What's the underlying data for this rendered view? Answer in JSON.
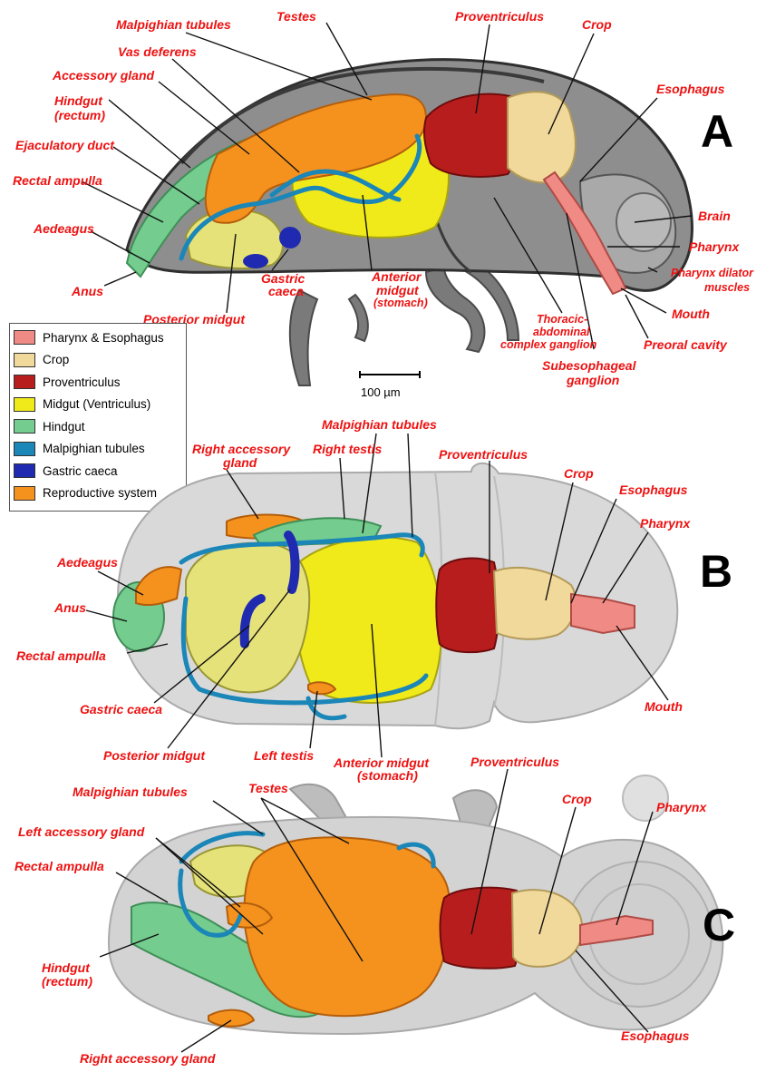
{
  "panels": [
    {
      "letter": "A"
    },
    {
      "letter": "B"
    },
    {
      "letter": "C"
    }
  ],
  "colors": {
    "pharynx_esophagus": "#f08a84",
    "crop": "#f1d99b",
    "proventriculus": "#b81d1d",
    "midgut": "#f0ea1a",
    "hindgut": "#74cc8e",
    "malpighian": "#1b86b8",
    "gastric_caeca": "#1f2ab0",
    "reproductive": "#f5921e",
    "label_red": "#ee1111"
  },
  "legend": [
    {
      "label": "Pharynx & Esophagus",
      "color": "#f08a84"
    },
    {
      "label": "Crop",
      "color": "#f1d99b"
    },
    {
      "label": "Proventriculus",
      "color": "#b81d1d"
    },
    {
      "label": "Midgut (Ventriculus)",
      "color": "#f0ea1a"
    },
    {
      "label": "Hindgut",
      "color": "#74cc8e"
    },
    {
      "label": "Malpighian tubules",
      "color": "#1b86b8"
    },
    {
      "label": "Gastric caeca",
      "color": "#1f2ab0"
    },
    {
      "label": "Reproductive system",
      "color": "#f5921e"
    }
  ],
  "scale_bar": "100 µm",
  "labels_a": {
    "malpighian": "Malpighian  tubules",
    "testes": "Testes",
    "proventriculus": "Proventriculus",
    "crop": "Crop",
    "vas_deferens": "Vas deferens",
    "accessory_gland": "Accessory gland",
    "esophagus": "Esophagus",
    "hindgut_1": "Hindgut",
    "hindgut_2": "(rectum)",
    "ejaculatory": "Ejaculatory duct",
    "rectal_ampulla": "Rectal ampulla",
    "brain": "Brain",
    "aedeagus": "Aedeagus",
    "pharynx": "Pharynx",
    "pharynx_dilator_1": "Pharynx dilator",
    "pharynx_dilator_2": "muscles",
    "anus": "Anus",
    "gastric_1": "Gastric",
    "gastric_2": "caeca",
    "anterior_1": "Anterior",
    "anterior_2": "midgut",
    "anterior_3": "(stomach)",
    "mouth": "Mouth",
    "posterior_midgut": "Posterior midgut",
    "thoracic_1": "Thoracic-",
    "thoracic_2": "abdominal",
    "thoracic_3": "complex ganglion",
    "preoral": "Preoral cavity",
    "subesophageal_1": "Subesophageal",
    "subesophageal_2": "ganglion"
  },
  "labels_b": {
    "malpighian": "Malpighian  tubules",
    "right_accessory_1": "Right accessory",
    "right_accessory_2": "gland",
    "right_testis": "Right testis",
    "proventriculus": "Proventriculus",
    "crop": "Crop",
    "esophagus": "Esophagus",
    "pharynx": "Pharynx",
    "aedeagus": "Aedeagus",
    "anus": "Anus",
    "rectal_ampulla": "Rectal ampulla",
    "gastric_caeca": "Gastric caeca",
    "mouth": "Mouth",
    "posterior_midgut": "Posterior midgut",
    "left_testis": "Left testis",
    "anterior_1": "Anterior midgut",
    "anterior_2": "(stomach)"
  },
  "labels_c": {
    "testes": "Testes",
    "proventriculus": "Proventriculus",
    "malpighian": "Malpighian  tubules",
    "crop": "Crop",
    "left_accessory": "Left accessory gland",
    "pharynx": "Pharynx",
    "rectal_ampulla": "Rectal ampulla",
    "hindgut_1": "Hindgut",
    "hindgut_2": "(rectum)",
    "esophagus": "Esophagus",
    "right_accessory": "Right accessory gland"
  }
}
